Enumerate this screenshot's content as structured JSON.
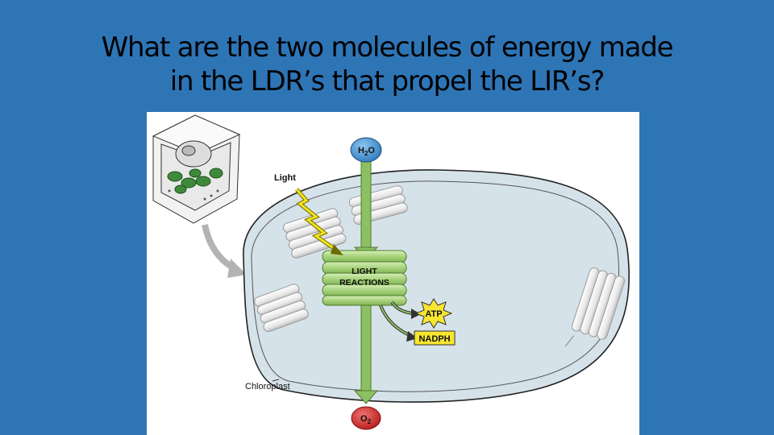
{
  "slide": {
    "title_line1": "What are the two molecules of energy made",
    "title_line2": "in the LDR’s that propel the LIR’s?"
  },
  "diagram": {
    "water_main": "H",
    "water_sub": "2",
    "water_end": "O",
    "light_label": "Light",
    "reactions_line1": "LIGHT",
    "reactions_line2": "REACTIONS",
    "atp_label": "ATP",
    "nadph_label": "NADPH",
    "chloroplast_label": "Chloroplast",
    "oxygen_main": "O",
    "oxygen_sub": "2",
    "colors": {
      "water_node": "#4a9bd6",
      "oxygen_node": "#d32a2a",
      "arrow_green": "#8cc063",
      "stroma": "#d6e2ea",
      "atp_star": "#f6e630",
      "nadph_box": "#f6e630"
    }
  }
}
